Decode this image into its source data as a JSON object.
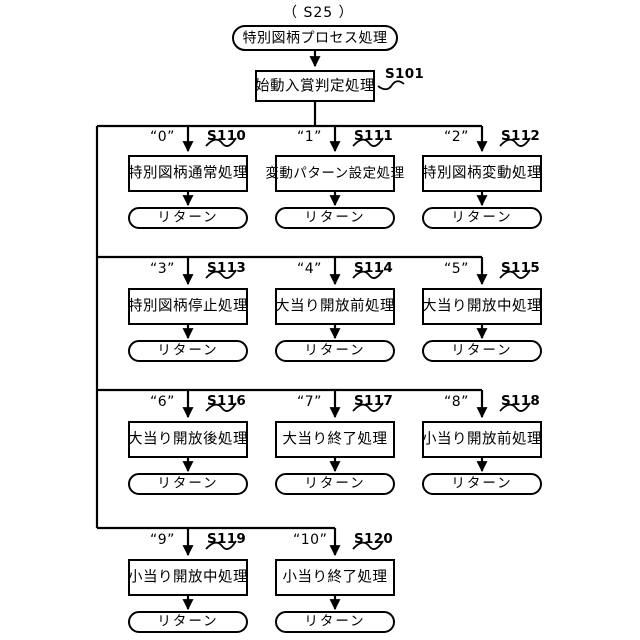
{
  "diagram": {
    "entry_label": "（ S25 ）",
    "start": {
      "text": "特別図柄プロセス処理",
      "shape": "terminator"
    },
    "first_process": {
      "text": "始動入賞判定処理",
      "step": "S101"
    },
    "return_label": "リターン",
    "branches": [
      {
        "cond": "“0”",
        "step": "S110",
        "text": "特別図柄通常処理",
        "return": "リターン"
      },
      {
        "cond": "“1”",
        "step": "S111",
        "text": "変動パターン設定処理",
        "return": "リターン"
      },
      {
        "cond": "“2”",
        "step": "S112",
        "text": "特別図柄変動処理",
        "return": "リターン"
      },
      {
        "cond": "“3”",
        "step": "S113",
        "text": "特別図柄停止処理",
        "return": "リターン"
      },
      {
        "cond": "“4”",
        "step": "S114",
        "text": "大当り開放前処理",
        "return": "リターン"
      },
      {
        "cond": "“5”",
        "step": "S115",
        "text": "大当り開放中処理",
        "return": "リターン"
      },
      {
        "cond": "“6”",
        "step": "S116",
        "text": "大当り開放後処理",
        "return": "リターン"
      },
      {
        "cond": "“7”",
        "step": "S117",
        "text": "大当り終了処理",
        "return": "リターン"
      },
      {
        "cond": "“8”",
        "step": "S118",
        "text": "小当り開放前処理",
        "return": "リターン"
      },
      {
        "cond": "“9”",
        "step": "S119",
        "text": "小当り開放中処理",
        "return": "リターン"
      },
      {
        "cond": "“10”",
        "step": "S120",
        "text": "小当り終了処理",
        "return": "リターン"
      }
    ],
    "colors": {
      "line": "#000000",
      "fill": "#ffffff",
      "text": "#000000"
    }
  }
}
